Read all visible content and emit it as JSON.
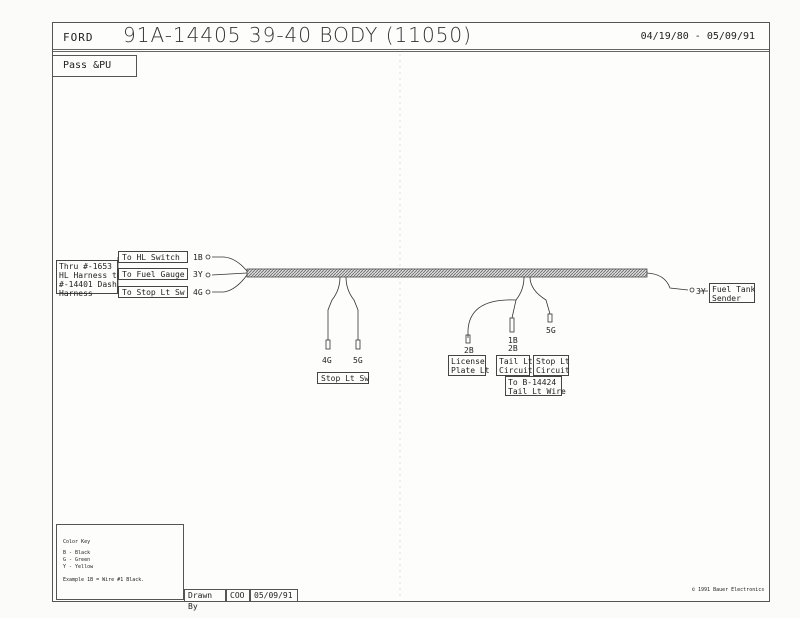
{
  "header": {
    "make": "FORD",
    "part_title": "91A-14405  39-40 BODY  (11050)",
    "date_range": "04/19/80 - 05/09/91"
  },
  "application": "Pass &PU",
  "left_feed": {
    "source_lines": [
      "Thru #-1653",
      "HL Harness to",
      "#-14401 Dash",
      "Harness"
    ],
    "branches": [
      {
        "label": "To HL Switch",
        "wire": "1B"
      },
      {
        "label": "To Fuel Gauge",
        "wire": "3Y"
      },
      {
        "label": "To Stop Lt Sw",
        "wire": "4G"
      }
    ]
  },
  "stop_switch": {
    "wires": [
      "4G",
      "5G"
    ],
    "label": "Stop Lt Sw"
  },
  "rear_branch": {
    "wire_license": "2B",
    "wire_tail_a": "1B",
    "wire_tail_b": "2B",
    "wire_stop": "5G",
    "license": [
      "License",
      "Plate Lt"
    ],
    "tail": [
      "Tail Lt",
      "Circuit"
    ],
    "stop": [
      "Stop Lt",
      "Circuit"
    ],
    "to_harness": [
      "To B-14424",
      "Tail Lt Wire"
    ]
  },
  "fuel_sender": {
    "wire": "3Y",
    "label": [
      "Fuel Tank",
      "Sender"
    ]
  },
  "color_key": {
    "title": "Color Key",
    "entries": [
      "B - Black",
      "G - Green",
      "Y - Yellow"
    ],
    "example": "Example 1B = Wire #1 Black."
  },
  "footer": {
    "drawn_by_label": "Drawn By",
    "initials": "COO",
    "date": "05/09/91",
    "copyright": "© 1991 Bauer Electronics"
  }
}
